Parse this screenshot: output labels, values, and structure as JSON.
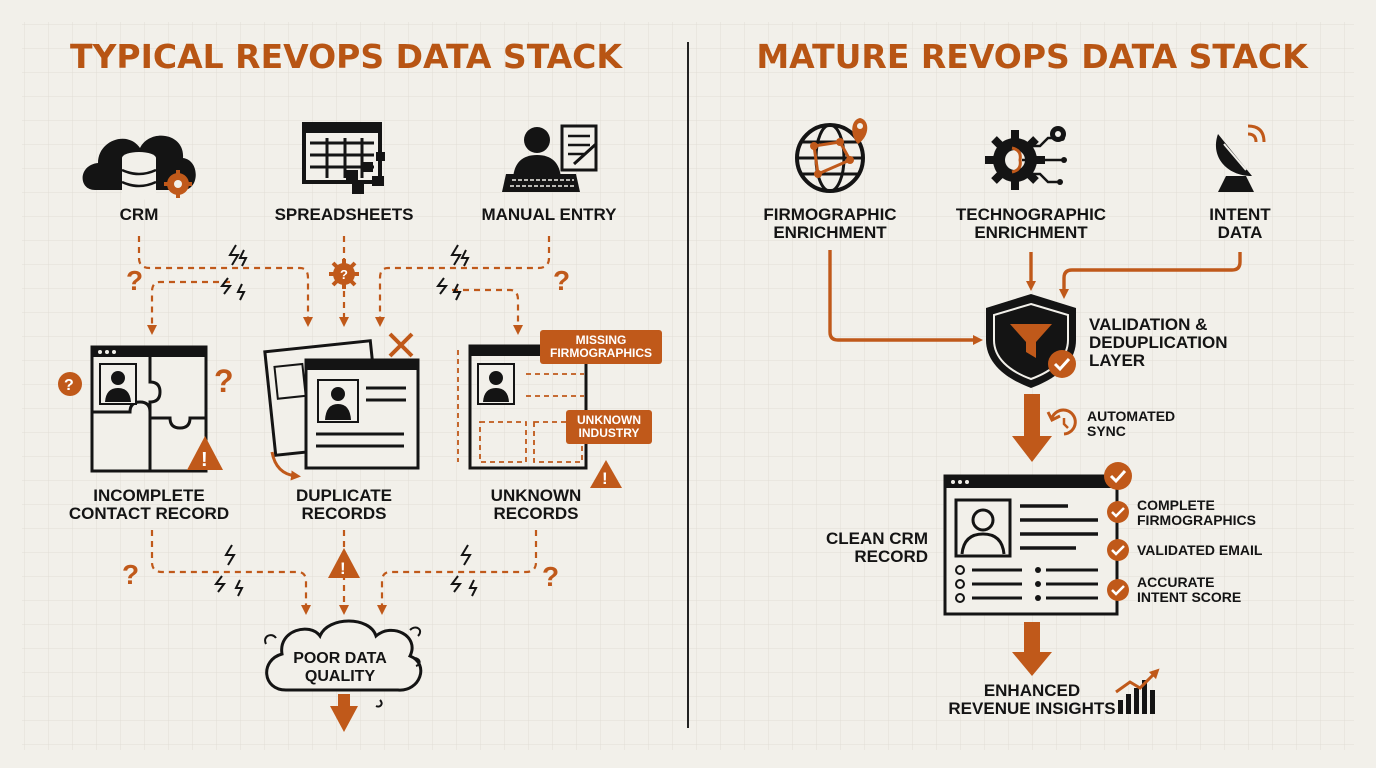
{
  "left": {
    "title": "TYPICAL REVOPS DATA STACK",
    "sources": [
      {
        "label": "CRM",
        "icon": "cloud-database-icon"
      },
      {
        "label": "SPREADSHEETS",
        "icon": "spreadsheet-icon"
      },
      {
        "label": "MANUAL ENTRY",
        "icon": "person-keyboard-icon"
      }
    ],
    "problems": [
      {
        "line1": "INCOMPLETE",
        "line2": "CONTACT RECORD",
        "icon": "puzzle-record-icon"
      },
      {
        "line1": "DUPLICATE",
        "line2": "RECORDS",
        "icon": "duplicate-cards-icon"
      },
      {
        "line1": "UNKNOWN",
        "line2": "RECORDS",
        "icon": "incomplete-form-icon"
      }
    ],
    "callouts": {
      "missing_line1": "MISSING",
      "missing_line2": "FIRMOGRAPHICS",
      "unknown_line1": "UNKNOWN",
      "unknown_line2": "INDUSTRY"
    },
    "result_line1": "POOR DATA",
    "result_line2": "QUALITY"
  },
  "right": {
    "title": "MATURE REVOPS DATA STACK",
    "sources": [
      {
        "line1": "FIRMOGRAPHIC",
        "line2": "ENRICHMENT",
        "icon": "globe-pin-icon"
      },
      {
        "line1": "TECHNOGRAPHIC",
        "line2": "ENRICHMENT",
        "icon": "gear-circuit-icon"
      },
      {
        "line1": "INTENT",
        "line2": "DATA",
        "icon": "satellite-dish-icon"
      }
    ],
    "validation": {
      "line1": "VALIDATION &",
      "line2": "DEDUPLICATION",
      "line3": "LAYER",
      "icon": "shield-filter-icon"
    },
    "sync": {
      "line1": "AUTOMATED",
      "line2": "SYNC",
      "icon": "sync-clock-icon"
    },
    "record": {
      "line1": "CLEAN CRM",
      "line2": "RECORD",
      "icon": "clean-record-icon"
    },
    "checks": [
      {
        "line1": "COMPLETE",
        "line2": "FIRMOGRAPHICS"
      },
      {
        "line1": "VALIDATED EMAIL",
        "line2": ""
      },
      {
        "line1": "ACCURATE",
        "line2": "INTENT SCORE"
      }
    ],
    "outcome": {
      "line1": "ENHANCED",
      "line2": "REVENUE INSIGHTS",
      "icon": "bar-chart-up-icon"
    }
  },
  "colors": {
    "accent": "#c0591a",
    "ink": "#141414",
    "background": "#f2f0ea",
    "grid": "#e3e0d8"
  }
}
